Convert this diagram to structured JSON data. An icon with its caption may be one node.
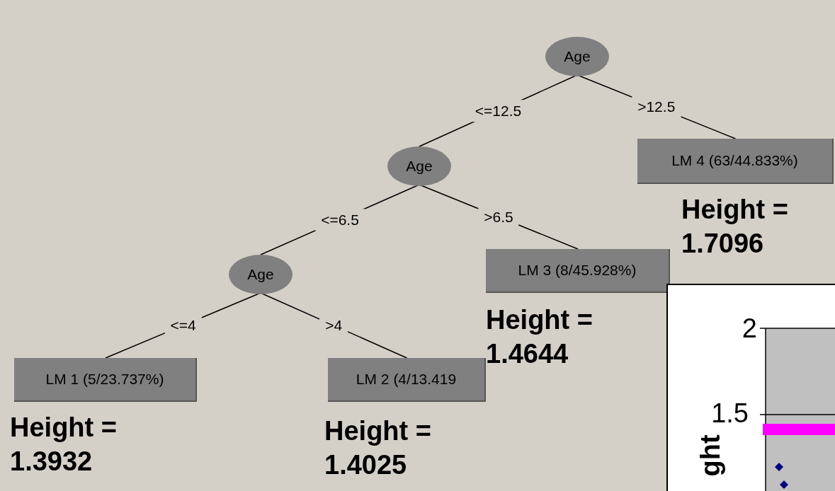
{
  "diagram": {
    "nodes": [
      {
        "text": [
          "Age"
        ]
      },
      {
        "text": [
          "Age"
        ]
      },
      {
        "text": [
          "Age"
        ]
      },
      {
        "text": [
          "LM 1 (5/23.737%)"
        ],
        "beside": [
          "Height = 1.3932"
        ]
      },
      {
        "text": [
          "LM 2 (4/13.419"
        ],
        "beside": [
          "Height = 1.4025"
        ]
      },
      {
        "text": [
          "LM 3 (8/45.928%)"
        ],
        "beside": [
          "Height = 1.4644"
        ]
      },
      {
        "text": [
          "LM 4 (63/44.833%)"
        ],
        "beside": [
          "Height = 1.7096"
        ]
      }
    ],
    "edges": [
      {
        "from": 0,
        "to": 1,
        "arrow": "none",
        "label": "<=12.5"
      },
      {
        "from": 0,
        "to": 6,
        "arrow": "none",
        "label": ">12.5"
      },
      {
        "from": 1,
        "to": 2,
        "arrow": "none",
        "label": "<=6.5"
      },
      {
        "from": 1,
        "to": 5,
        "arrow": "none",
        "label": ">6.5"
      },
      {
        "from": 2,
        "to": 3,
        "arrow": "none",
        "label": "<=4"
      },
      {
        "from": 2,
        "to": 4,
        "arrow": "none",
        "label": ">4"
      }
    ],
    "labels": [
      "2",
      "1.5",
      "ght"
    ]
  }
}
